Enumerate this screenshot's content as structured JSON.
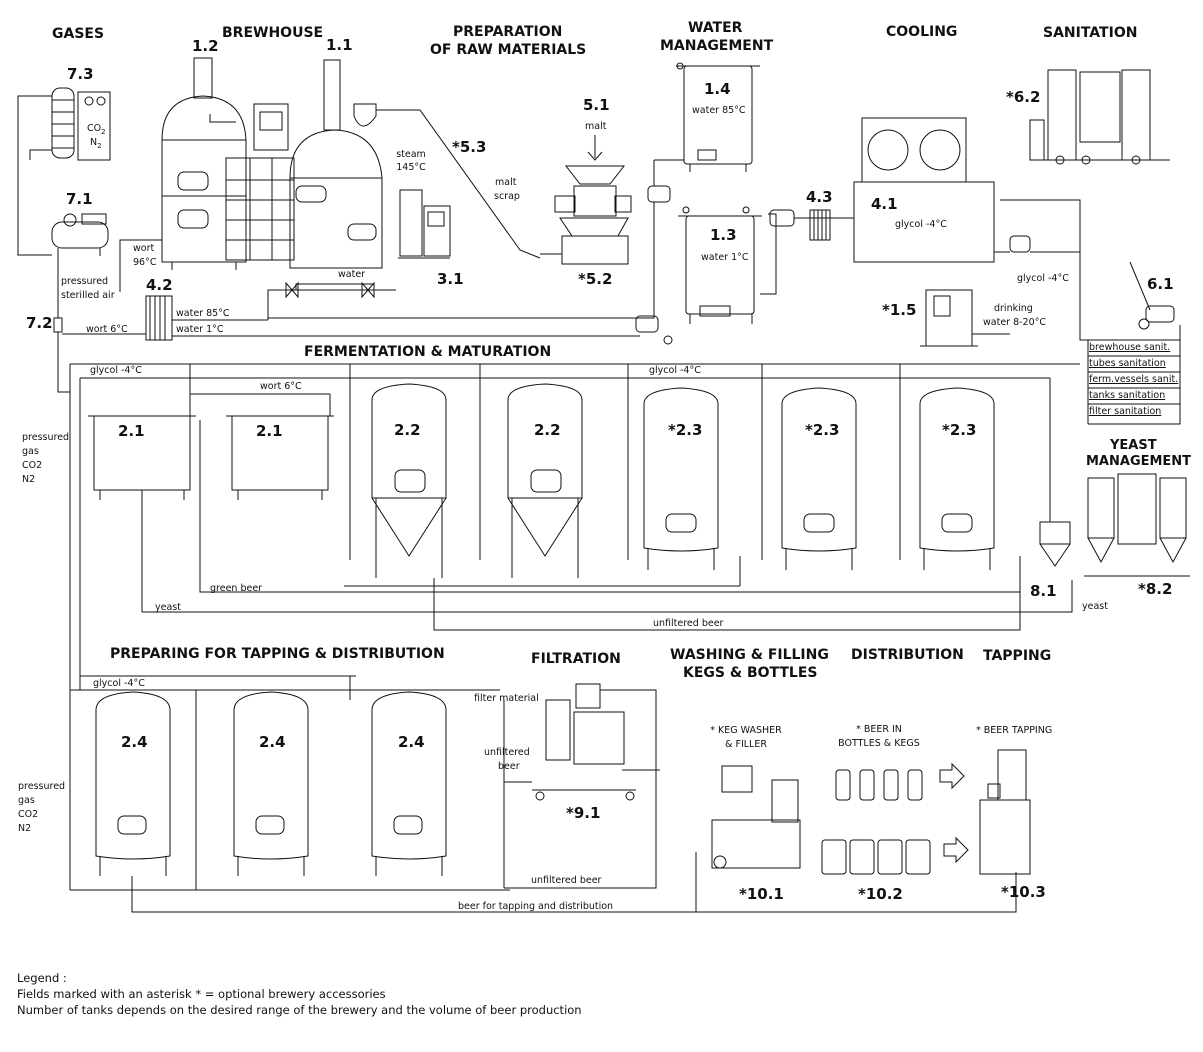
{
  "headings": {
    "gases": "GASES",
    "brewhouse": "BREWHOUSE",
    "prep_raw_1": "PREPARATION",
    "prep_raw_2": "OF RAW MATERIALS",
    "water_mgmt_1": "WATER",
    "water_mgmt_2": "MANAGEMENT",
    "cooling": "COOLING",
    "sanitation": "SANITATION",
    "fermentation": "FERMENTATION & MATURATION",
    "yeast_1": "YEAST",
    "yeast_2": "MANAGEMENT",
    "tapping_prep": "PREPARING FOR TAPPING & DISTRIBUTION",
    "filtration": "FILTRATION",
    "washing_1": "WASHING & FILLING",
    "washing_2": "KEGS & BOTTLES",
    "distribution": "DISTRIBUTION",
    "tapping": "TAPPING"
  },
  "numbers": {
    "n73": "7.3",
    "n12": "1.2",
    "n11": "1.1",
    "n53": "*5.3",
    "n51": "5.1",
    "n14": "1.4",
    "n62": "*6.2",
    "n71": "7.1",
    "n31": "3.1",
    "n52": "*5.2",
    "n43": "4.3",
    "n41": "4.1",
    "n13": "1.3",
    "n42": "4.2",
    "n61": "6.1",
    "n72": "7.2",
    "n15": "*1.5",
    "t21a": "2.1",
    "t21b": "2.1",
    "t22a": "2.2",
    "t22b": "2.2",
    "t23a": "*2.3",
    "t23b": "*2.3",
    "t23c": "*2.3",
    "n81": "8.1",
    "n82": "*8.2",
    "t24a": "2.4",
    "t24b": "2.4",
    "t24c": "2.4",
    "n91": "*9.1",
    "n101": "*10.1",
    "n102": "*10.2",
    "n103": "*10.3"
  },
  "labels": {
    "co2": "CO",
    "n2": "N",
    "sub2": "2",
    "malt": "malt",
    "water85": "water 85°C",
    "steam1": "steam",
    "steam2": "145°C",
    "maltscrap1": "malt",
    "maltscrap2": "scrap",
    "wort96_1": "wort",
    "wort96_2": "96°C",
    "water": "water",
    "glycol4": "glycol -4°C",
    "water1": "water 1°C",
    "glycol4b": "glycol -4°C",
    "drinking1": "drinking",
    "drinking2": "water 8-20°C",
    "pressured1": "pressured",
    "pressured2": "sterilled air",
    "water85b": "water 85°C",
    "water1b": "water 1°C",
    "wort6": "wort 6°C",
    "san1": "brewhouse sanit.",
    "san2": "tubes sanitation",
    "san3": "ferm.vessels sanit.",
    "san4": "tanks sanitation",
    "san5": "filter sanitation",
    "glycolF": "glycol -4°C",
    "wort6b": "wort 6°C",
    "glycolF2": "glycol -4°C",
    "gas1_1": "pressured",
    "gas1_2": "gas",
    "gas1_3": "CO2",
    "gas1_4": "N2",
    "greenbeer": "green beer",
    "yeast": "yeast",
    "yeast2": "yeast",
    "unfiltered": "unfiltered beer",
    "glycolT": "glycol -4°C",
    "filtermat": "filter material",
    "unf1": "unfiltered",
    "unf2": "beer",
    "unfbeer2": "unfiltered beer",
    "keg1": "* KEG WASHER",
    "keg2": "& FILLER",
    "bib1": "* BEER IN",
    "bib2": "BOTTLES & KEGS",
    "bt": "* BEER TAPPING",
    "gas2_1": "pressured",
    "gas2_2": "gas",
    "gas2_3": "CO2",
    "gas2_4": "N2",
    "beertap": "beer for tapping and distribution"
  },
  "legend": {
    "title": "Legend :",
    "line1": "Fields marked with an asterisk * = optional brewery accessories",
    "line2": "Number of tanks depends on the desired range of the brewery and the volume of beer production"
  }
}
